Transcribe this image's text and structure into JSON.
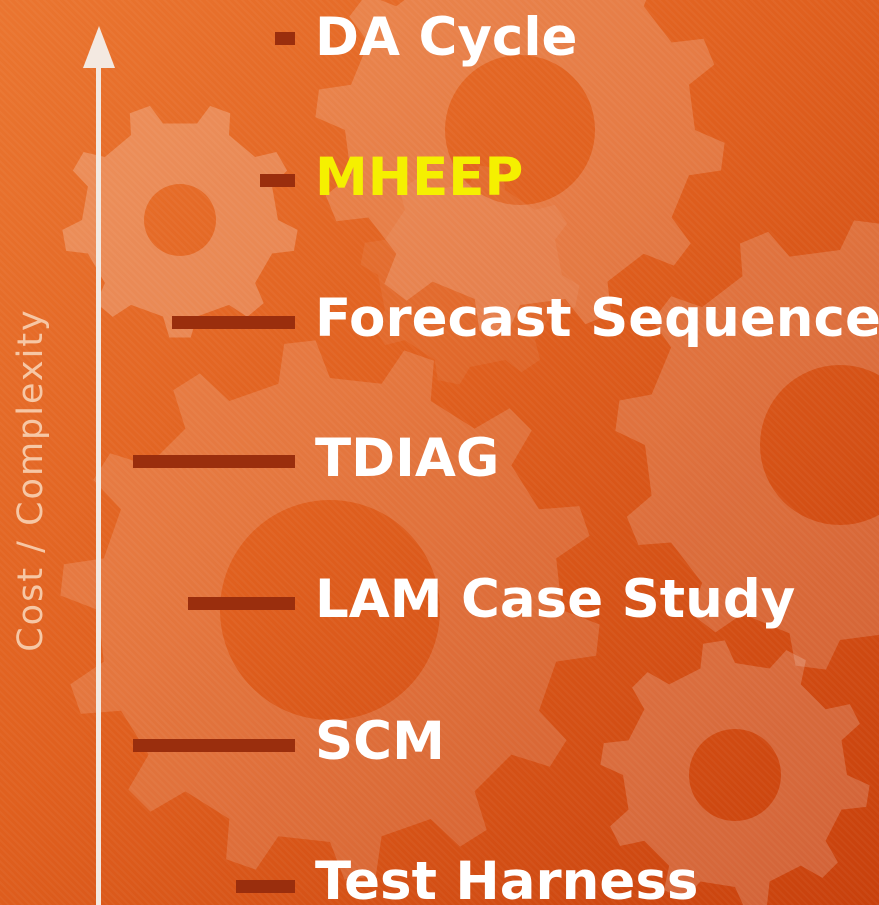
{
  "axis": {
    "label": "Cost / Complexity"
  },
  "items": [
    {
      "label": "DA Cycle",
      "highlight": false
    },
    {
      "label": "MHEEP",
      "highlight": true
    },
    {
      "label": "Forecast Sequence",
      "highlight": false
    },
    {
      "label": "TDIAG",
      "highlight": false
    },
    {
      "label": "LAM Case Study",
      "highlight": false
    },
    {
      "label": "SCM",
      "highlight": false
    },
    {
      "label": "Test Harness",
      "highlight": false
    }
  ],
  "colors": {
    "background": "#e0601f",
    "bars": "#9a2e0d",
    "text": "#ffffff",
    "highlight": "#f5f000",
    "axis": "#f3e9e1",
    "axis_label": "#f6c7a5"
  },
  "decorations": [
    "gear-icon",
    "gear-icon",
    "gear-icon",
    "gear-icon",
    "gear-icon",
    "gear-icon"
  ]
}
